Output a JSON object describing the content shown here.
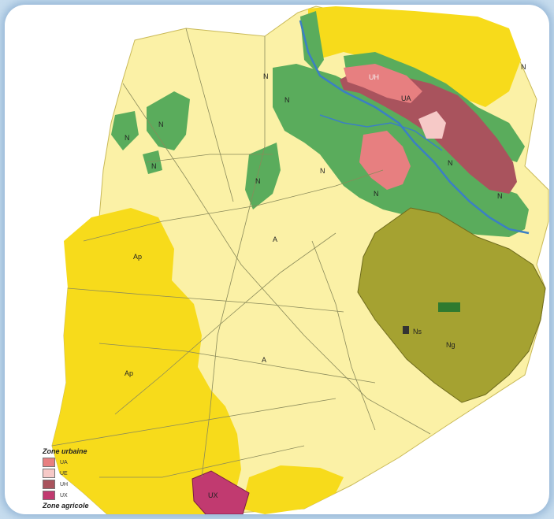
{
  "map": {
    "zones": {
      "A": "A",
      "Ap": "Ap",
      "N": "N",
      "Ng": "Ng",
      "Ns": "Ns",
      "UA": "UA",
      "UH": "UH",
      "UX": "UX"
    },
    "colors": {
      "agricole_A": "#fbf1a6",
      "agricole_Ap": "#f7db1b",
      "naturelle_N": "#5aac5c",
      "naturelle_Ng": "#a5a231",
      "urbaine_UA": "#e77f80",
      "urbaine_UE": "#f6c9c7",
      "urbaine_UH": "#a9535d",
      "urbaine_UX": "#c13a70",
      "water": "#3b7fc4",
      "frame_bg": "#c6dcee"
    }
  },
  "legend": {
    "title": "Zone urbaine",
    "items": [
      {
        "code": "UA",
        "color": "#e77f80"
      },
      {
        "code": "UE",
        "color": "#f6c9c7"
      },
      {
        "code": "UH",
        "color": "#a9535d"
      },
      {
        "code": "UX",
        "color": "#c13a70"
      }
    ],
    "subtitle": "Zone agricole"
  }
}
